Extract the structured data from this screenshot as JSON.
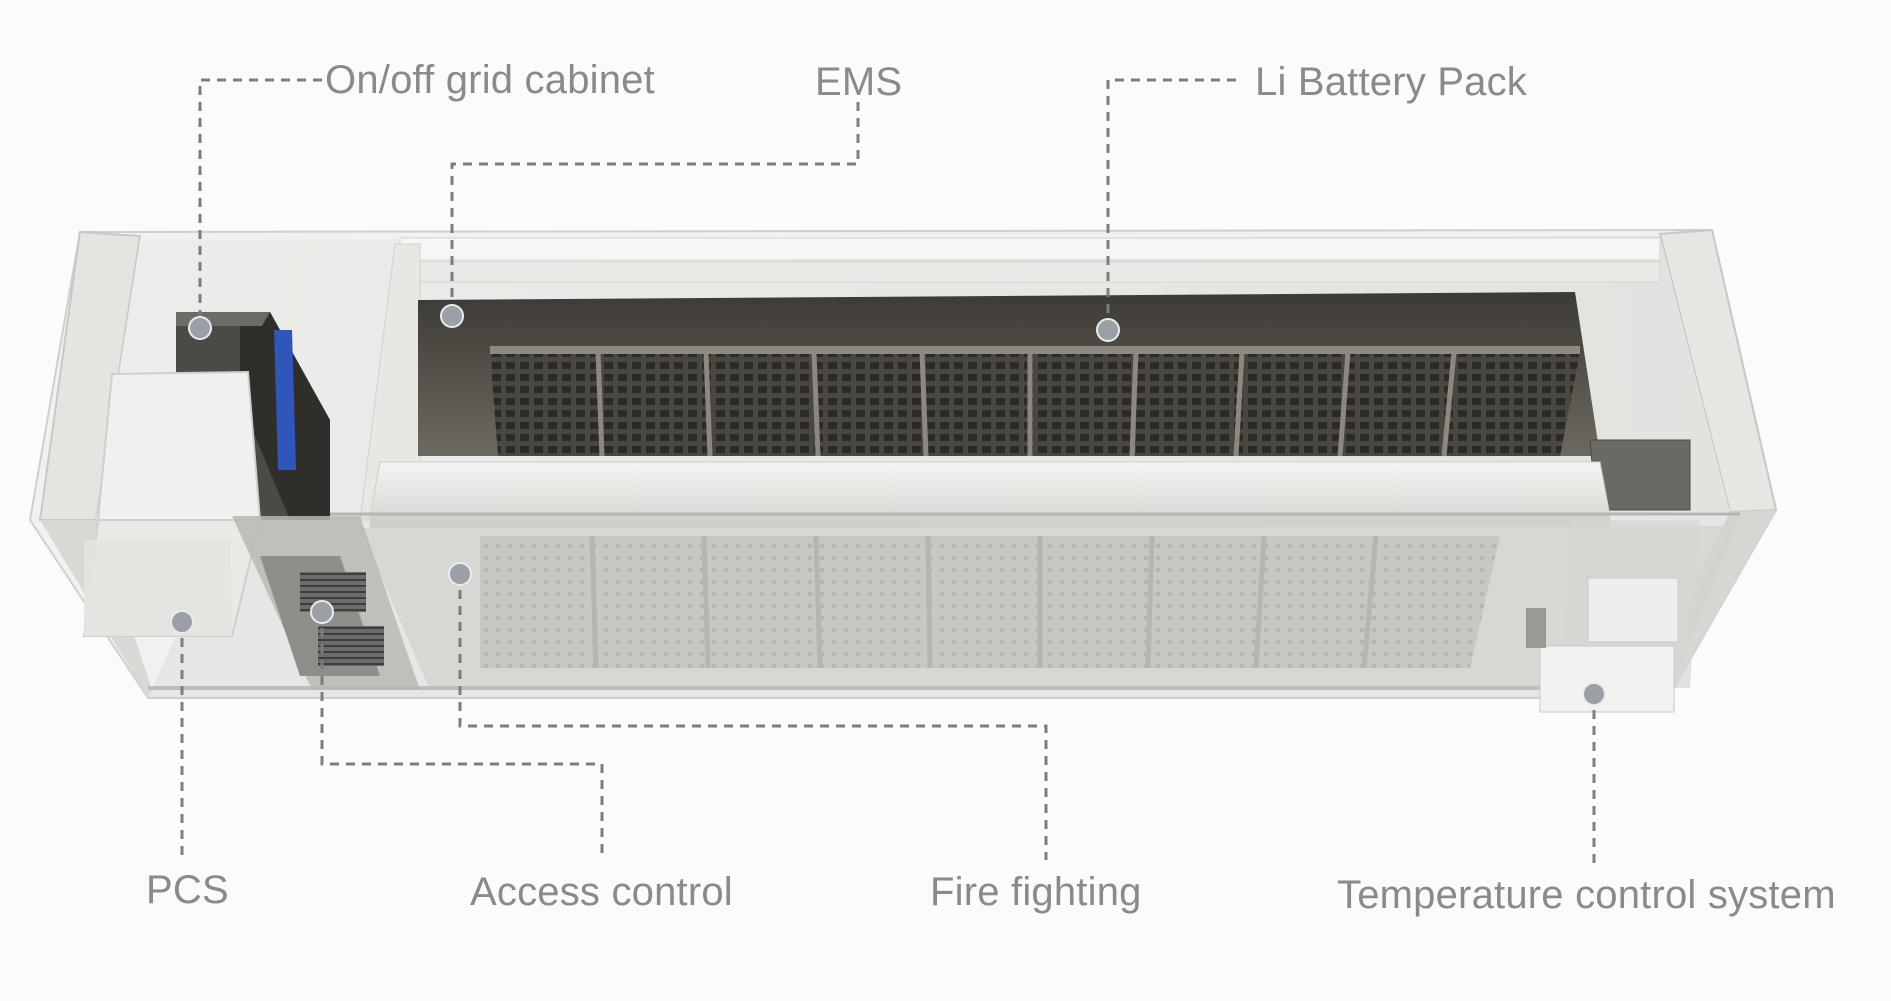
{
  "labels": {
    "on_off_grid_cabinet": "On/off grid cabinet",
    "ems": "EMS",
    "li_battery_pack": "Li Battery Pack",
    "pcs": "PCS",
    "access_control": "Access control",
    "fire_fighting": "Fire fighting",
    "temperature_control_system": "Temperature control system"
  },
  "colors": {
    "label_text": "#8a8a8a",
    "leader_line": "#7d7d7d",
    "marker_dot": "#9aa0a6",
    "container_white": "#eeeeec",
    "battery_rack": "#5a5650",
    "cabinet_blue": "#2f56b8"
  }
}
